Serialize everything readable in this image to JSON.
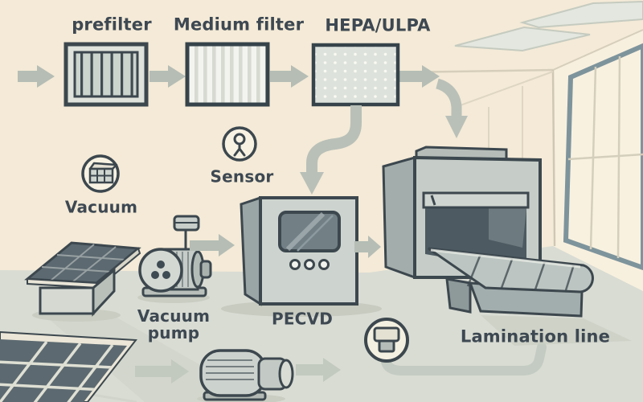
{
  "palette": {
    "background": "#f4ead7",
    "wall_right": "#f8f0de",
    "floor": "#d9dcd3",
    "outline": "#3c474e",
    "arrow": "#b5bdb5",
    "arrow_soft": "#c2c9be",
    "machine_light": "#c9cfc9",
    "machine_shade": "#9fa9a8",
    "dark_panel": "#5c6970",
    "window_frame": "#7e949c",
    "text": "#3d4852"
  },
  "labels": {
    "prefilter": "prefilter",
    "medium_filter": "Medium filter",
    "hepa_ulpa": "HEPA/ULPA",
    "sensor": "Sensor",
    "vacuum": "Vacuum",
    "vacuum_pump": {
      "line1": "Vacuum",
      "line2": "pump"
    },
    "pecvd": "PECVD",
    "lamination_line": "Lamination line"
  },
  "icons": {
    "sensor_icon": "person-in-circle",
    "vacuum_icon": "solar-module-in-circle",
    "lamination_icon": "laminator-press-in-circle"
  }
}
